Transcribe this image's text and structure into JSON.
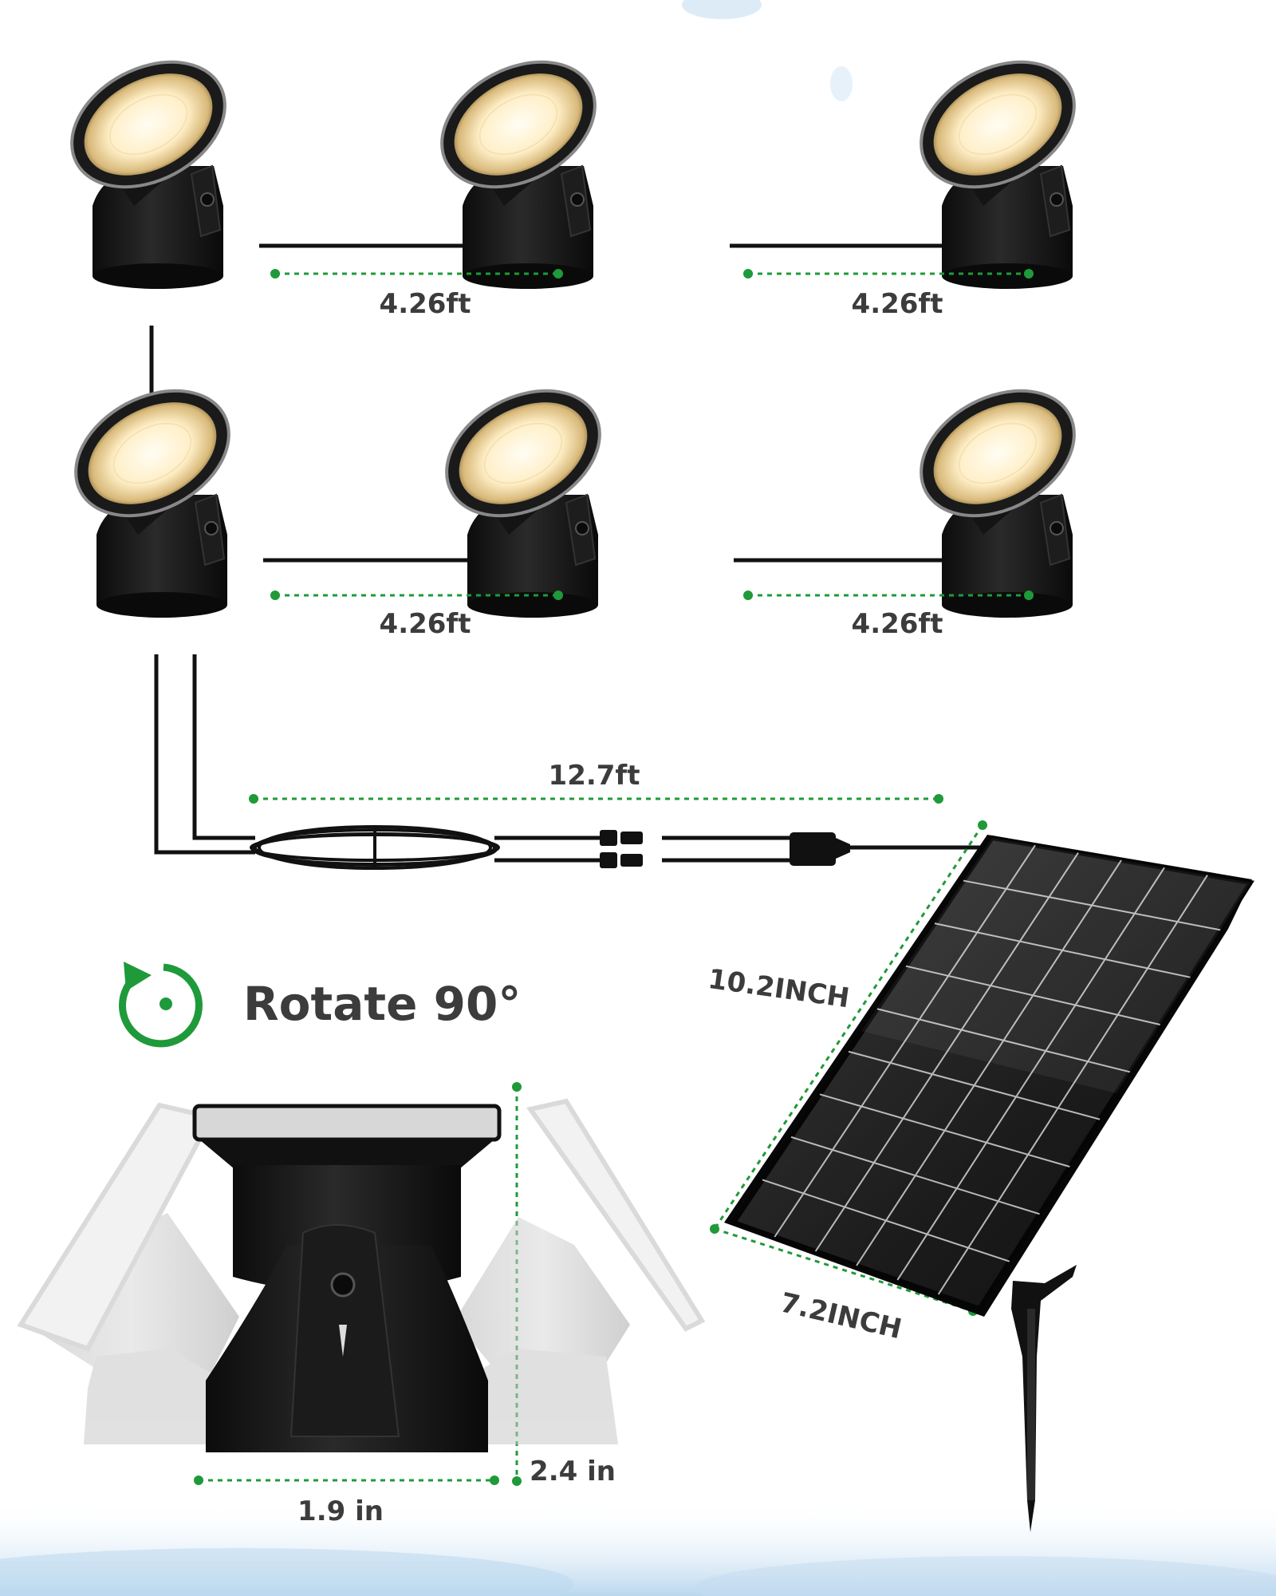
{
  "dimensions": {
    "light_spacing_row1_left": "4.26ft",
    "light_spacing_row1_right": "4.26ft",
    "light_spacing_row2_left": "4.26ft",
    "light_spacing_row2_right": "4.26ft",
    "main_cable_length": "12.7ft",
    "panel_length": "10.2INCH",
    "panel_width": "7.2INCH",
    "light_width": "1.9 in",
    "light_height": "2.4 in"
  },
  "feature": {
    "rotate_label": "Rotate 90°",
    "icon": "rotate-icon"
  },
  "colors": {
    "accent_green": "#1f9a3a",
    "dimension_text": "#3c3c3c",
    "product_black": "#141414",
    "glow": "#fff1cf"
  }
}
